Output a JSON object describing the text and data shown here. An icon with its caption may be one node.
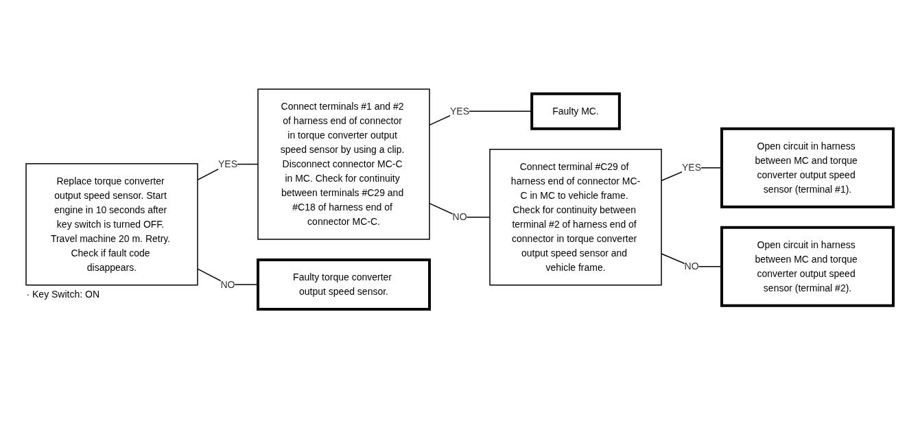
{
  "diagram": {
    "nodes": [
      {
        "text": [
          "Replace torque converter output speed sensor. Start engine in 10 seconds after key switch is turned OFF. Travel machine 20 m. Retry. Check if fault code disappears."
        ],
        "beside": [
          "· Key Switch: ON"
        ]
      },
      {
        "text": [
          "Connect terminals #1 and #2 of harness end of connector in torque converter output speed sensor by using a clip. Disconnect connector MC-C in MC. Check for continuity between terminals #C29 and #C18 of harness end of connector MC-C."
        ]
      },
      {
        "text": [
          "Faulty MC."
        ]
      },
      {
        "text": [
          "Connect terminal #C29 of harness end of connector MC-C in MC to vehicle frame. Check for continuity between terminal #2 of harness end of connector in torque converter output speed sensor and vehicle frame."
        ]
      },
      {
        "text": [
          "Open circuit in harness between MC and torque converter output speed sensor (terminal #1)."
        ]
      },
      {
        "text": [
          "Open circuit in harness between MC and torque converter output speed sensor (terminal #2)."
        ]
      },
      {
        "text": [
          "Faulty torque converter output speed sensor."
        ]
      }
    ],
    "edges": [
      {
        "from": 0,
        "to": 1,
        "arrow": "none",
        "label": "YES"
      },
      {
        "from": 0,
        "to": 6,
        "arrow": "none",
        "label": "NO"
      },
      {
        "from": 1,
        "to": 2,
        "arrow": "none",
        "label": "YES"
      },
      {
        "from": 1,
        "to": 3,
        "arrow": "none",
        "label": "NO"
      },
      {
        "from": 3,
        "to": 4,
        "arrow": "none",
        "label": "YES"
      },
      {
        "from": 3,
        "to": 5,
        "arrow": "none",
        "label": "NO"
      }
    ]
  }
}
